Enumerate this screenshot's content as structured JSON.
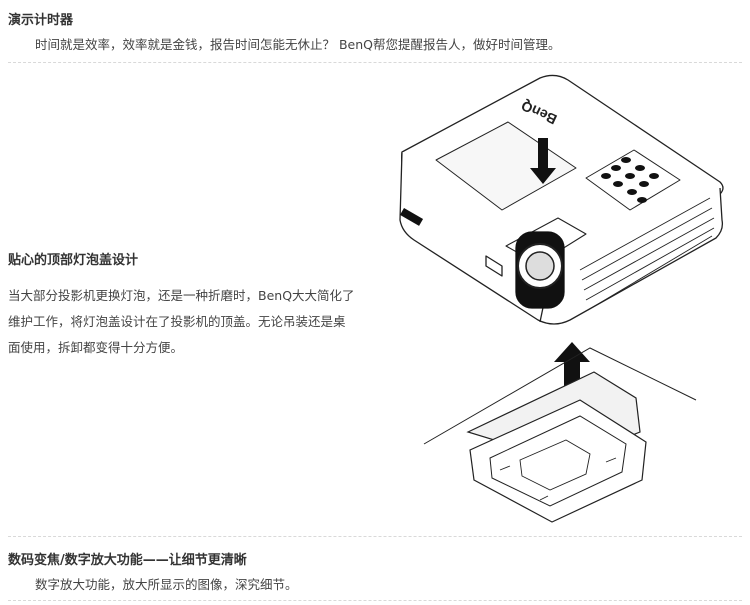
{
  "section1": {
    "title": "演示计时器",
    "text": "时间就是效率，效率就是金钱，报告时间怎能无休止？ BenQ帮您提醒报告人，做好时间管理。"
  },
  "section2": {
    "title": "贴心的顶部灯泡盖设计",
    "lines": [
      "当大部分投影机更换灯泡，还是一种折磨时，BenQ大大简化了",
      "维护工作，将灯泡盖设计在了投影机的顶盖。无论吊装还是桌",
      "面使用，拆卸都变得十分方便。"
    ]
  },
  "section3": {
    "title": "数码变焦/数字放大功能——让细节更清晰",
    "text": "数字放大功能，放大所显示的图像，深究细节。"
  },
  "illustration": {
    "brand_mark": "BenQ",
    "icons": [
      "projector-icon",
      "down-arrow-icon",
      "up-arrow-icon",
      "lamp-cover-icon"
    ]
  }
}
